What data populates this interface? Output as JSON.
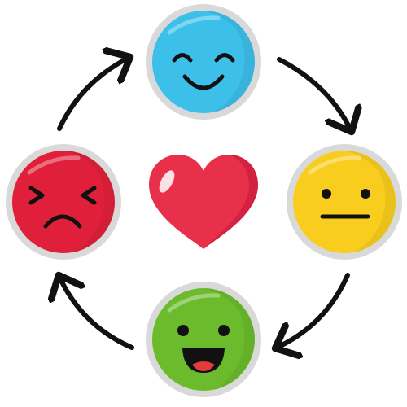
{
  "diagram": {
    "type": "emotion-cycle",
    "center": {
      "icon": "heart-icon",
      "color": "#e8304a"
    },
    "faces": [
      {
        "name": "happy-face",
        "expression": "smiling",
        "color": "#3cc0ea"
      },
      {
        "name": "neutral-face",
        "expression": "neutral",
        "color": "#f9cd1d"
      },
      {
        "name": "laughing-face",
        "expression": "laughing",
        "color": "#6cbb2c"
      },
      {
        "name": "angry-face",
        "expression": "upset",
        "color": "#e0203a"
      }
    ],
    "ring_color": "#d9d9d9",
    "arrow_color": "#111111",
    "arrow_direction": "clockwise"
  }
}
